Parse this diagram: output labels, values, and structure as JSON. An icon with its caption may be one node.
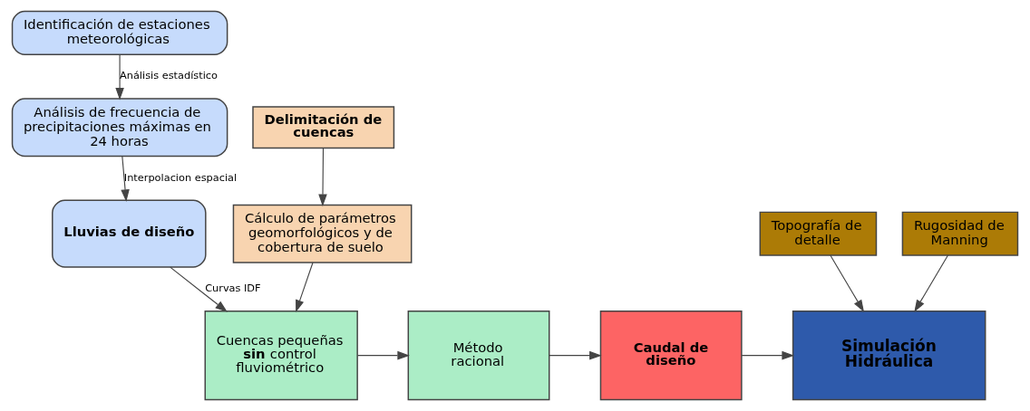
{
  "diagram": {
    "nodes": [
      {
        "text": [
          "Identificación de estaciones meteorológicas"
        ]
      },
      {
        "text": [
          "Análisis de frecuencia de precipitaciones máximas en 24 horas"
        ]
      },
      {
        "text": [
          "Lluvias de diseño"
        ]
      },
      {
        "text": [
          "Delimitación de cuencas"
        ]
      },
      {
        "text": [
          "Cálculo de parámetros geomorfológicos y de cobertura de suelo"
        ]
      },
      {
        "text": [
          "Cuencas pequeñas **sin** control fluviométrico"
        ]
      },
      {
        "text": [
          "Método racional"
        ]
      },
      {
        "text": [
          "Caudal de diseño"
        ]
      },
      {
        "text": [
          "Topografía de detalle"
        ]
      },
      {
        "text": [
          "Rugosidad de Manning"
        ]
      },
      {
        "text": [
          "Simulación Hidráulica"
        ]
      }
    ],
    "edges": [
      {
        "from": 0,
        "to": 1,
        "arrow": "to",
        "label": "Análisis estadístico"
      },
      {
        "from": 1,
        "to": 2,
        "arrow": "to",
        "label": "Interpolacion espacial"
      },
      {
        "from": 2,
        "to": 5,
        "arrow": "to",
        "label": "Curvas IDF"
      },
      {
        "from": 3,
        "to": 4,
        "arrow": "to"
      },
      {
        "from": 4,
        "to": 5,
        "arrow": "to"
      },
      {
        "from": 5,
        "to": 6,
        "arrow": "to"
      },
      {
        "from": 6,
        "to": 7,
        "arrow": "to"
      },
      {
        "from": 7,
        "to": 10,
        "arrow": "to"
      },
      {
        "from": 8,
        "to": 10,
        "arrow": "to"
      },
      {
        "from": 9,
        "to": 10,
        "arrow": "to"
      }
    ]
  }
}
